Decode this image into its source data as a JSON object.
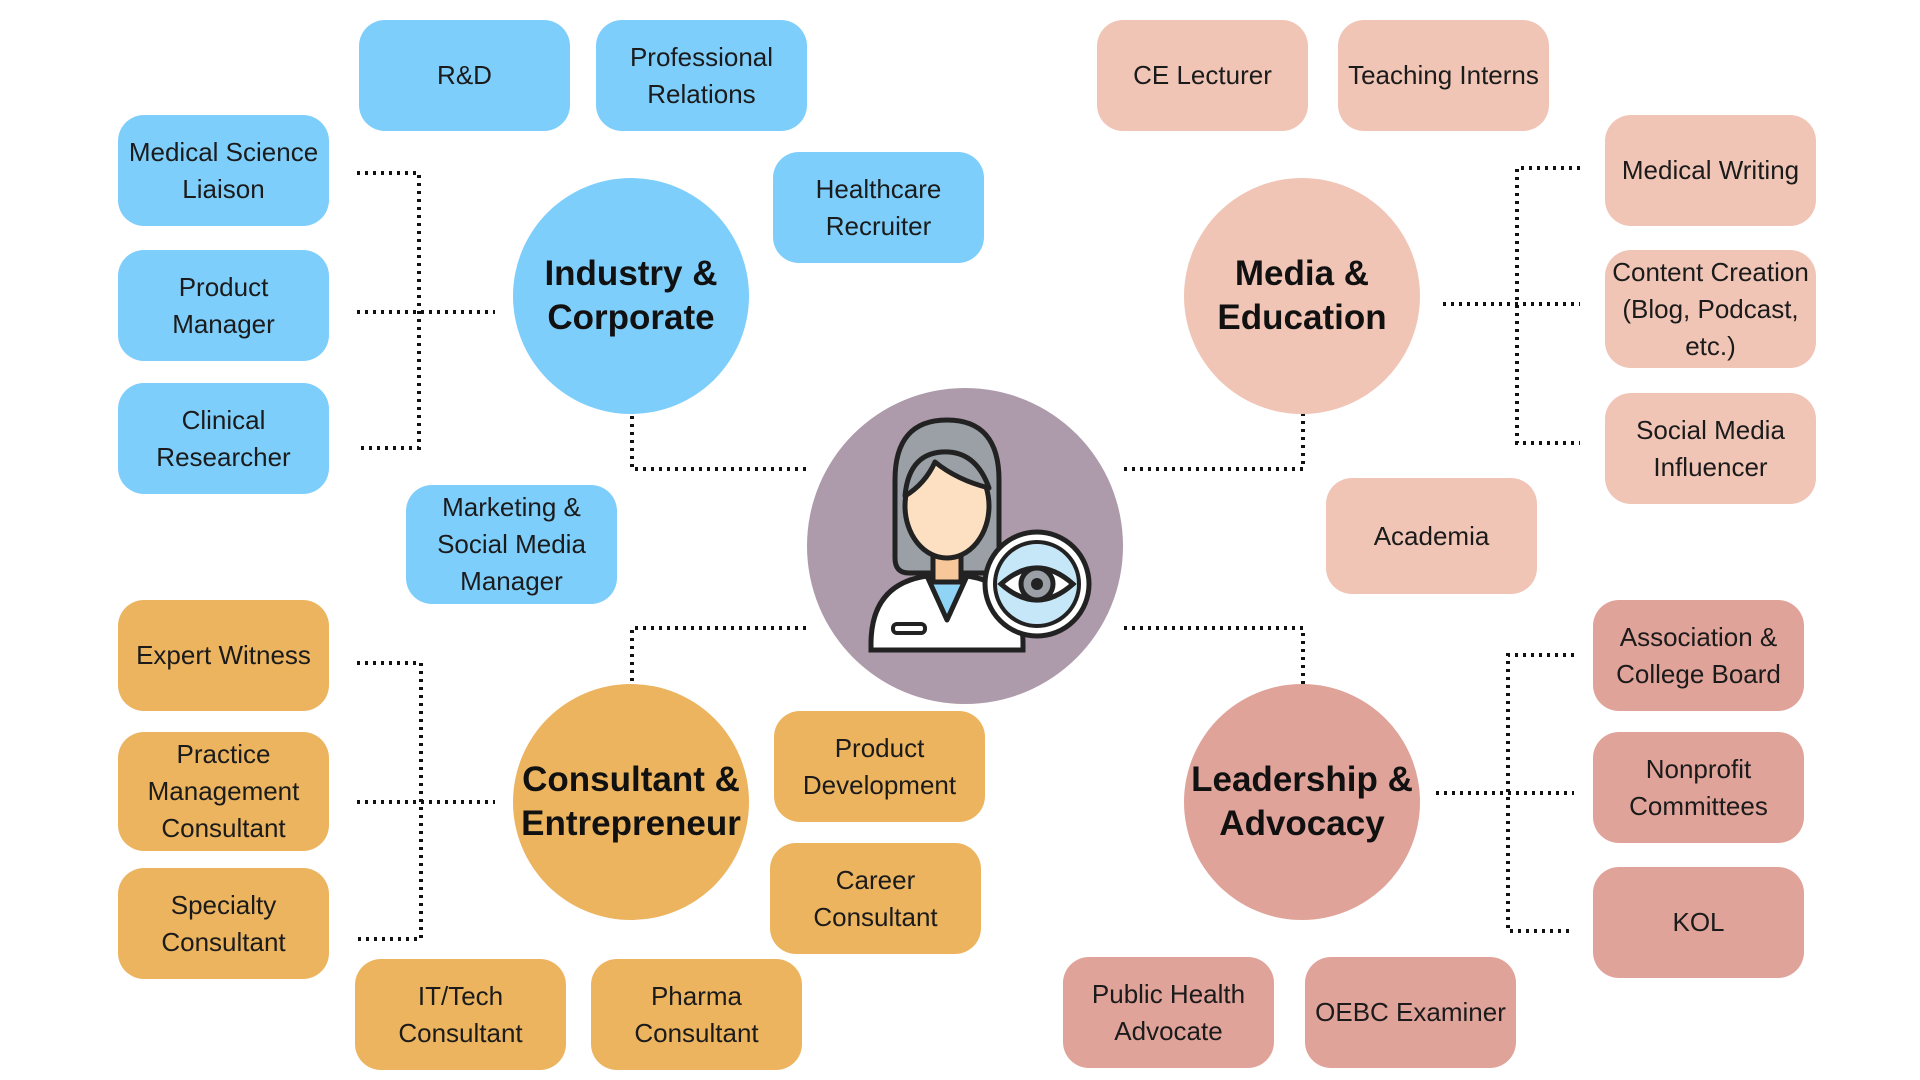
{
  "colors": {
    "industry_box": "#7ecefc",
    "industry_hub": "#7ecefc",
    "media_box": "#f1c5b6",
    "media_hub": "#f1c5b6",
    "consultant_box": "#ecb45f",
    "consultant_hub": "#ecb45f",
    "leadership_box": "#e0a39a",
    "leadership_hub": "#e0a39a",
    "center": "#ad9aab",
    "connector": "#111111"
  },
  "center_icon": "doctor-with-eye-icon",
  "groups": {
    "industry": {
      "hub": "Industry &\nCorporate",
      "items": {
        "rd": "R&D",
        "professional_relations": "Professional\nRelations",
        "healthcare_recruiter": "Healthcare\nRecruiter",
        "medical_science_liaison": "Medical Science\nLiaison",
        "product_manager": "Product\nManager",
        "clinical_researcher": "Clinical\nResearcher",
        "marketing": "Marketing &\nSocial Media\nManager"
      }
    },
    "media": {
      "hub": "Media &\nEducation",
      "items": {
        "ce_lecturer": "CE Lecturer",
        "teaching_interns": "Teaching Interns",
        "medical_writing": "Medical Writing",
        "content_creation": "Content Creation\n(Blog, Podcast,\netc.)",
        "social_media_influencer": "Social Media\nInfluencer",
        "academia": "Academia"
      }
    },
    "consultant": {
      "hub": "Consultant &\nEntrepreneur",
      "items": {
        "expert_witness": "Expert Witness",
        "practice_management": "Practice\nManagement\nConsultant",
        "specialty_consultant": "Specialty\nConsultant",
        "product_development": "Product\nDevelopment",
        "career_consultant": "Career\nConsultant",
        "it_tech": "IT/Tech\nConsultant",
        "pharma": "Pharma\nConsultant"
      }
    },
    "leadership": {
      "hub": "Leadership &\nAdvocacy",
      "items": {
        "association_board": "Association &\nCollege Board",
        "nonprofit": "Nonprofit\nCommittees",
        "kol": "KOL",
        "public_health": "Public Health\nAdvocate",
        "oebc": "OEBC Examiner"
      }
    }
  }
}
